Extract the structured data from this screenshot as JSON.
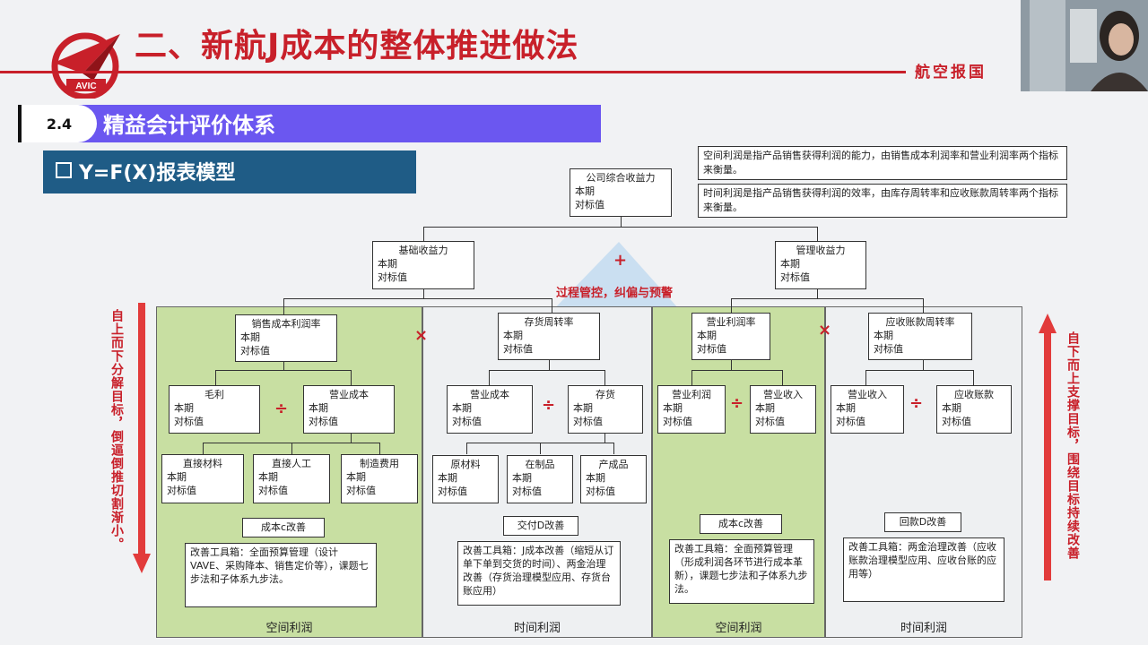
{
  "slide": {
    "title": "二、新航J成本的整体推进做法",
    "slogan": "航空报国",
    "logo_text": "AVIC",
    "section_number": "2.4",
    "section_title": "精益会计评价体系",
    "subsection_title": "Y=F(X)报表模型"
  },
  "notes": {
    "space_profit": "空间利润是指产品销售获得利润的能力，由销售成本利润率和营业利润率两个指标来衡量。",
    "time_profit": "时间利润是指产品销售获得利润的效率，由库存周转率和应收账款周转率两个指标来衡量。"
  },
  "labels": {
    "current": "本期",
    "benchmark": "对标值"
  },
  "tree": {
    "root": "公司综合收益力",
    "left_mid": "基础收益力",
    "right_mid": "管理收益力",
    "process": "过程管控，纠偏与预警"
  },
  "panels": [
    {
      "top": "销售成本利润率",
      "row2": [
        "毛利",
        "营业成本"
      ],
      "row3": [
        "直接材料",
        "直接人工",
        "制造费用"
      ],
      "improve": "成本c改善",
      "toolbox": "改善工具箱：全面预算管理（设计VAVE、采购降本、销售定价等），课题七步法和子体系九步法。",
      "footer": "空间利润"
    },
    {
      "top": "存货周转率",
      "row2": [
        "营业成本",
        "存货"
      ],
      "row3": [
        "原材料",
        "在制品",
        "产成品"
      ],
      "improve": "交付D改善",
      "toolbox": "改善工具箱：J成本改善（缩短从订单下单到交货的时间）、两金治理改善（存货治理模型应用、存货台账应用）",
      "footer": "时间利润"
    },
    {
      "top": "营业利润率",
      "row2": [
        "营业利润",
        "营业收入"
      ],
      "improve": "成本c改善",
      "toolbox": "改善工具箱：全面预算管理（形成利润各环节进行成本革新），课题七步法和子体系九步法。",
      "footer": "空间利润"
    },
    {
      "top": "应收账款周转率",
      "row2": [
        "营业收入",
        "应收账款"
      ],
      "improve": "回款D改善",
      "toolbox": "改善工具箱：两金治理改善（应收账款治理模型应用、应收台账的应用等）",
      "footer": "时间利润"
    }
  ],
  "side": {
    "left": "自上而下分解目标，倒逼倒推切割渐小。",
    "right": "自下而上支撑目标，围绕目标持续改善"
  },
  "colors": {
    "accent_red": "#c8202a",
    "section_purple": "#6b57f0",
    "sub_blue": "#1f5c86",
    "panel_green": "#c8dfa2"
  }
}
